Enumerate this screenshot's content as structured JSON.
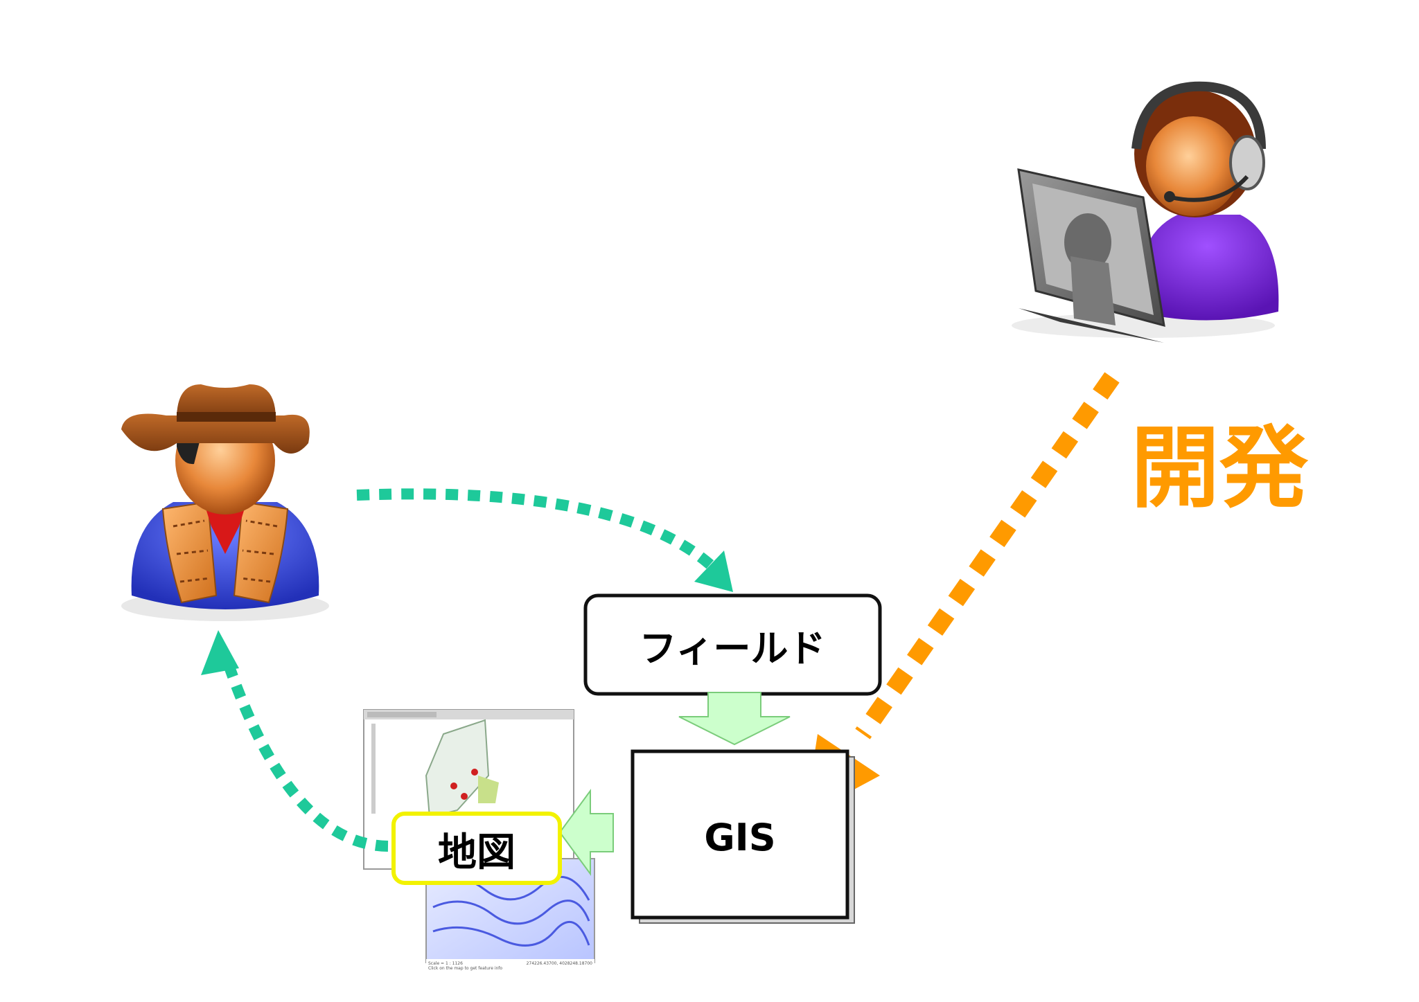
{
  "labels": {
    "field": "フィールド",
    "gis": "GIS",
    "map": "地図",
    "development": "開発"
  },
  "screenshot_text": {
    "scale": "Scale = 1 : 1126",
    "hint": "Click on the map to get feature info",
    "coords": "274226.43700, 4028248.18700"
  },
  "colors": {
    "green_arrow": "#1ec99a",
    "orange_arrow": "#ff9a00",
    "orange_text": "#ff9a00",
    "light_green_fill": "#ccffcc",
    "map_highlight": "#f2f200"
  }
}
